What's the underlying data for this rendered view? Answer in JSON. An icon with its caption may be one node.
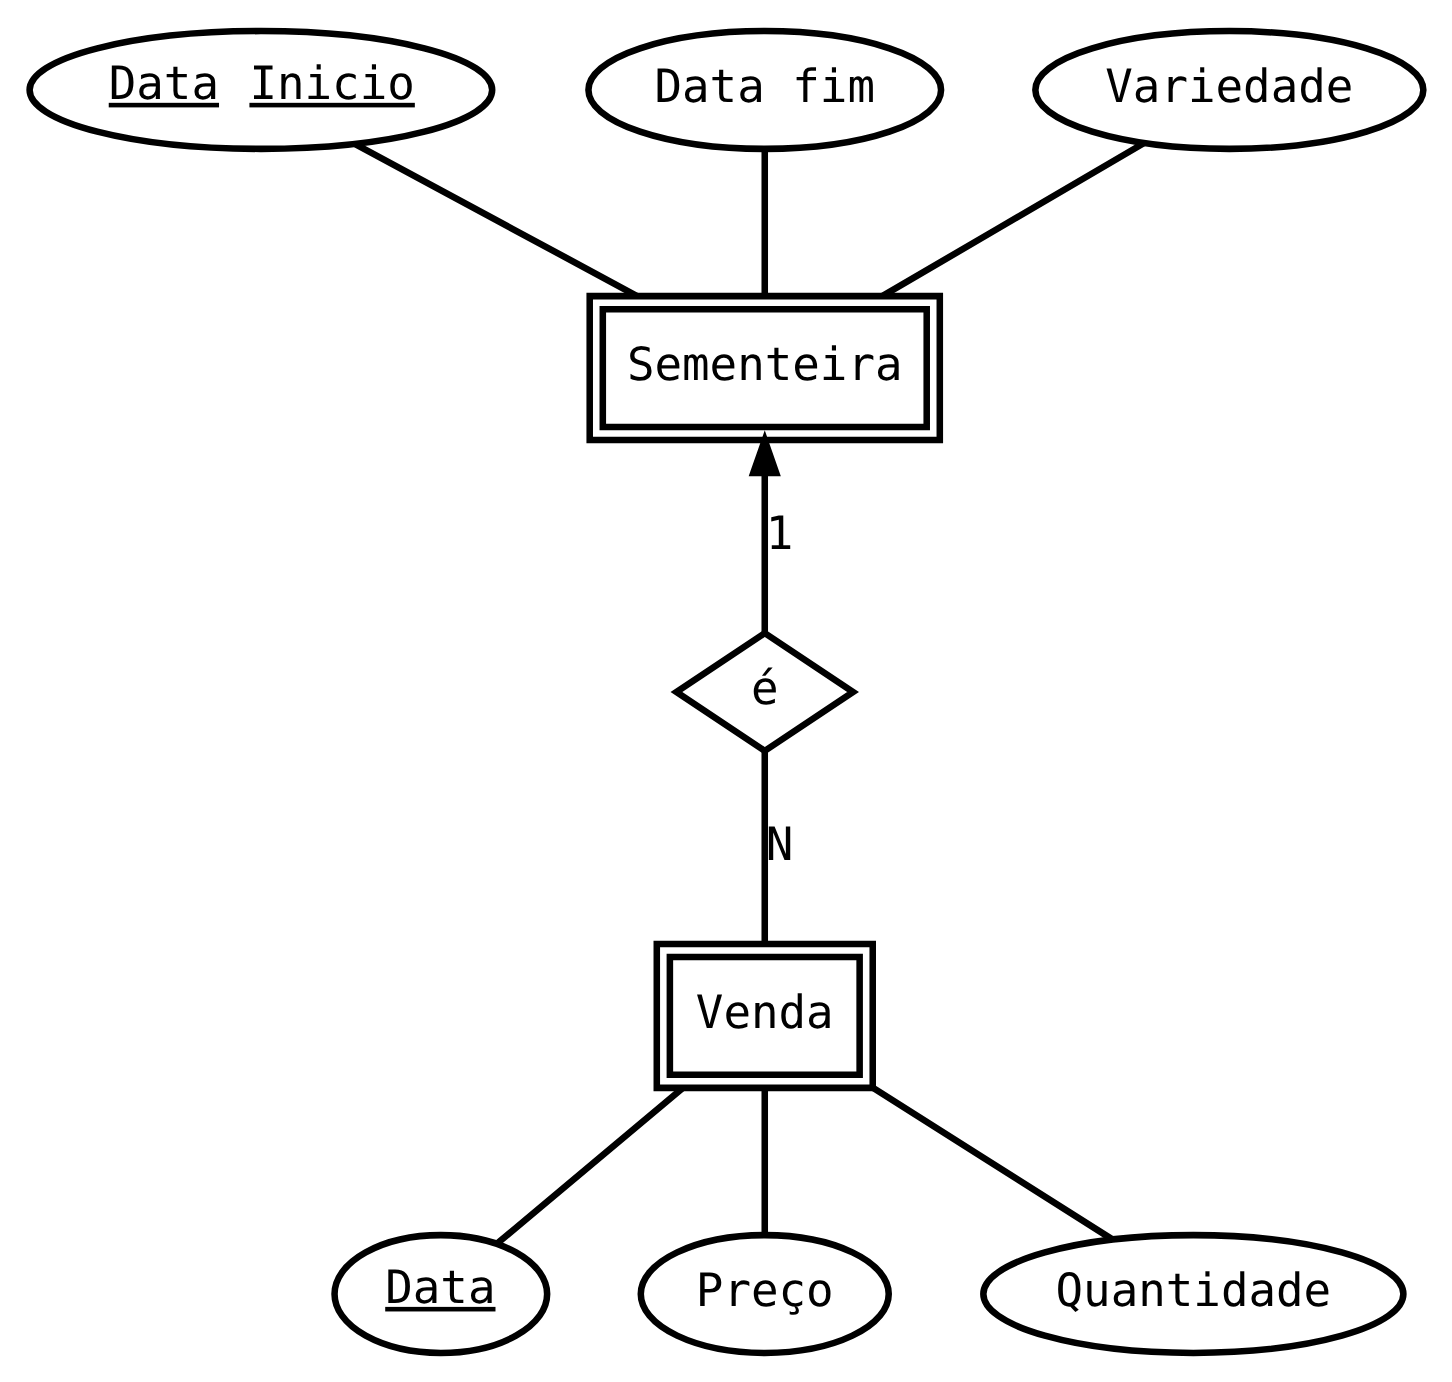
{
  "diagram": {
    "nodes": [
      {
        "text": [
          "Data Inicio"
        ]
      },
      {
        "text": [
          "Data fim"
        ]
      },
      {
        "text": [
          "Variedade"
        ]
      },
      {
        "text": [
          "Sementeira"
        ]
      },
      {
        "text": [
          "é"
        ]
      },
      {
        "text": [
          "Venda"
        ]
      },
      {
        "text": [
          "Data"
        ]
      },
      {
        "text": [
          "Preço"
        ]
      },
      {
        "text": [
          "Quantidade"
        ]
      }
    ],
    "edges": [
      {
        "from": 0,
        "to": 3,
        "arrow": "none"
      },
      {
        "from": 1,
        "to": 3,
        "arrow": "none"
      },
      {
        "from": 2,
        "to": 3,
        "arrow": "none"
      },
      {
        "from": 4,
        "to": 3,
        "arrow": "to",
        "label": "1"
      },
      {
        "from": 4,
        "to": 5,
        "arrow": "none",
        "label": "N"
      },
      {
        "from": 5,
        "to": 6,
        "arrow": "none"
      },
      {
        "from": 5,
        "to": 7,
        "arrow": "none"
      },
      {
        "from": 5,
        "to": 8,
        "arrow": "none"
      }
    ]
  }
}
